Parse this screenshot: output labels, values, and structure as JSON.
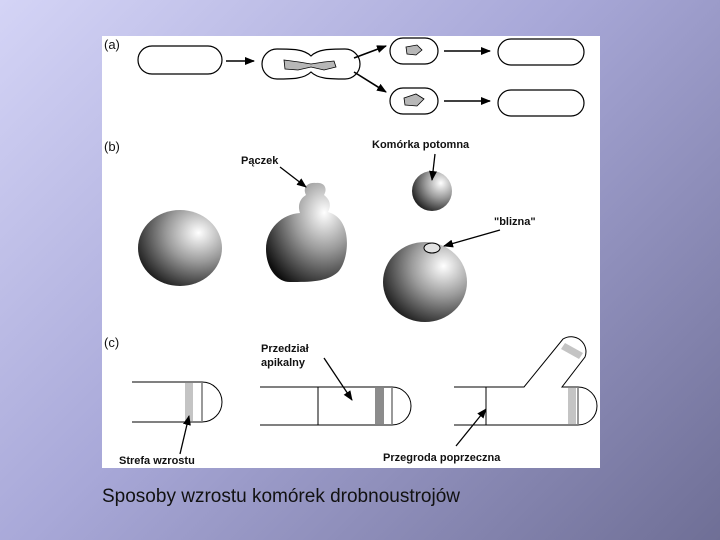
{
  "figure": {
    "parts": [
      "(a)",
      "(b)",
      "(c)"
    ],
    "labels": {
      "bud": "Pączek",
      "daughter_cell": "Komórka potomna",
      "scar": "\"blizna\"",
      "apical_compartment_line1": "Przedział",
      "apical_compartment_line2": "apikalny",
      "growth_zone": "Strefa wzrostu",
      "septum": "Przegroda poprzeczna"
    }
  },
  "caption": "Sposoby wzrostu komórek drobnoustrojów"
}
